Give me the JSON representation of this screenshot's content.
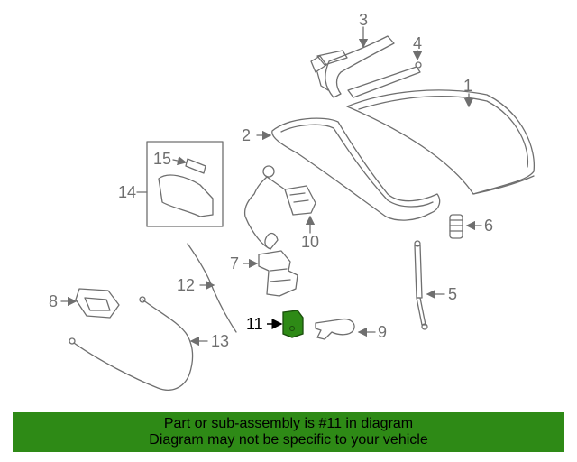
{
  "diagram": {
    "callouts": [
      "1",
      "2",
      "3",
      "4",
      "5",
      "6",
      "7",
      "8",
      "9",
      "10",
      "11",
      "12",
      "13",
      "14",
      "15"
    ],
    "highlighted_callout": "11",
    "colors": {
      "line": "#6f6f6f",
      "highlight_part": "#2e8a16",
      "banner": "#2e8a16"
    }
  },
  "banner": {
    "line1": "Part or sub-assembly is #11 in diagram",
    "line2": "Diagram may not be specific to your vehicle"
  }
}
